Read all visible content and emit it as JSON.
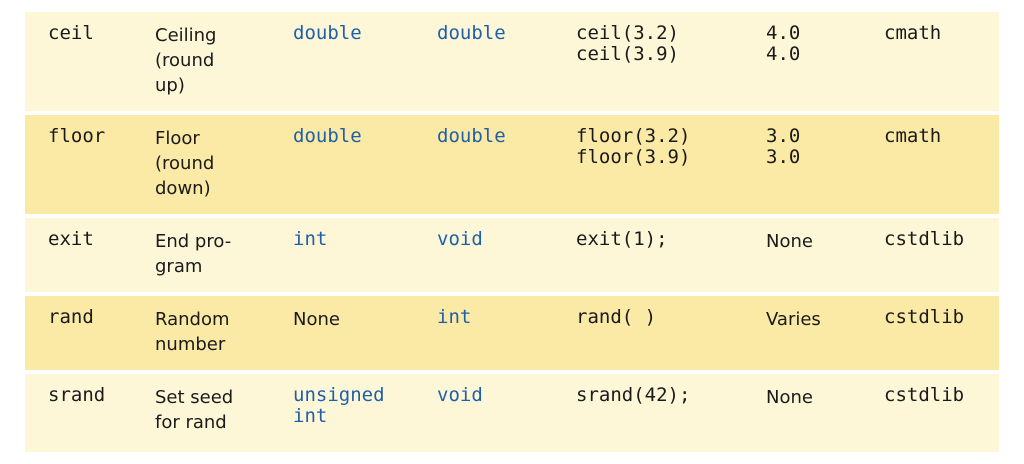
{
  "rows": [
    {
      "name": "ceil",
      "description": "Ceiling\n(round\nup)",
      "arg_type": "double",
      "return_type": "double",
      "example": "ceil(3.2)\nceil(3.9)",
      "value": "4.0\n4.0",
      "library": "cmath"
    },
    {
      "name": "floor",
      "description": "Floor\n(round\ndown)",
      "arg_type": "double",
      "return_type": "double",
      "example": "floor(3.2)\nfloor(3.9)",
      "value": "3.0\n3.0",
      "library": "cmath"
    },
    {
      "name": "exit",
      "description": "End pro-\ngram",
      "arg_type": "int",
      "return_type": "void",
      "example": "exit(1);",
      "value": "None",
      "library": "cstdlib"
    },
    {
      "name": "rand",
      "description": "Random\nnumber",
      "arg_type": "None",
      "return_type": "int",
      "example": "rand( )",
      "value": "Varies",
      "library": "cstdlib"
    },
    {
      "name": "srand",
      "description": "Set seed\nfor rand",
      "arg_type": "unsigned\nint",
      "return_type": "void",
      "example": "srand(42);",
      "value": "None",
      "library": "cstdlib"
    }
  ]
}
